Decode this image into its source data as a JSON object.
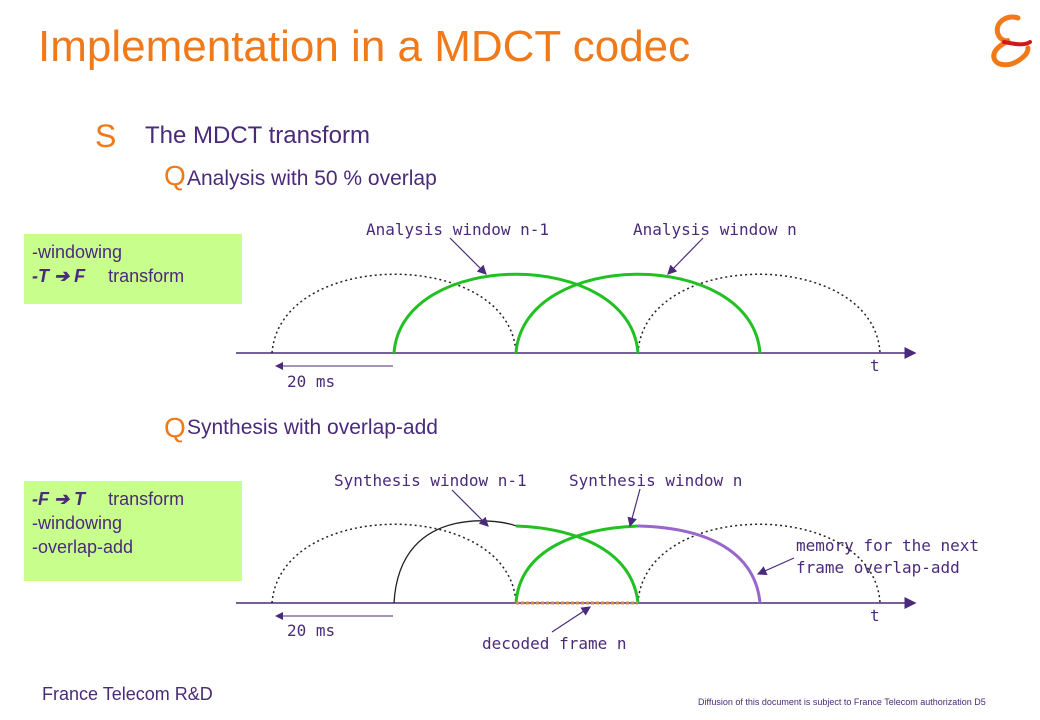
{
  "title": "Implementation in a MDCT codec",
  "bullet_main": {
    "marker": "S",
    "text": "The MDCT transform"
  },
  "analysis": {
    "marker": "Q",
    "text": "Analysis with 50 % overlap",
    "box": {
      "line1": "-windowing",
      "tf": "-T ➔ F",
      "tf_suffix": "transform"
    },
    "label_window_prev": "Analysis window n-1",
    "label_window": "Analysis window n",
    "time_label": "t",
    "duration_label": "20 ms"
  },
  "synthesis": {
    "marker": "Q",
    "text": " Synthesis with overlap-add",
    "box": {
      "tf": "-F ➔ T",
      "tf_suffix": "transform",
      "line2": "-windowing",
      "line3": "-overlap-add"
    },
    "label_window_prev": "Synthesis window n-1",
    "label_window": "Synthesis window n",
    "memory_line1": "memory for the next",
    "memory_line2": "frame overlap-add",
    "decoded_label": "decoded frame  n",
    "time_label": "t",
    "duration_label": "20 ms"
  },
  "footer": {
    "left": "France Telecom R&D",
    "right": "Diffusion of  this document  is subject to France Telecom  authorization    D5"
  },
  "colors": {
    "title": "#f07a1a",
    "text": "#4a2a7a",
    "green_window": "#22c022",
    "purple_memory": "#9966cc",
    "box_bg": "#c8ff8c",
    "decoded_dash": "#d4884a"
  },
  "icons": {
    "logo": "france-telecom-ampersand-logo"
  }
}
